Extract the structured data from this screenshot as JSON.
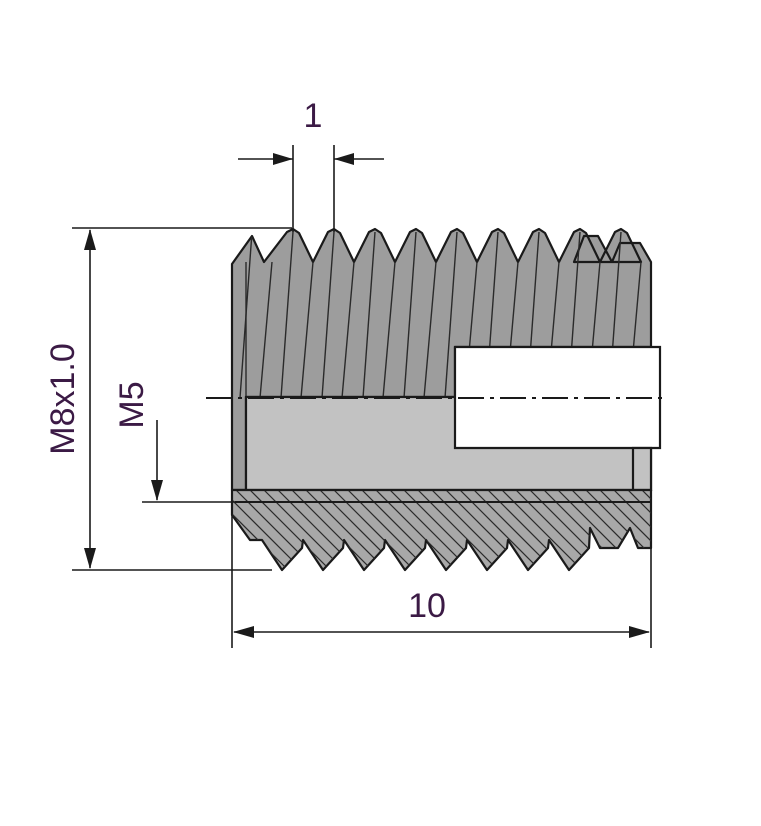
{
  "dimensions": {
    "pitch": "1",
    "outer_thread": "M8x1.0",
    "inner_thread": "M5",
    "length": "10"
  },
  "colors": {
    "dimension_text": "#3b1a45",
    "body": "#9d9d9d",
    "bore": "#c2c2c2",
    "section": "#a8a8a8",
    "outline": "#1a1a1a"
  }
}
